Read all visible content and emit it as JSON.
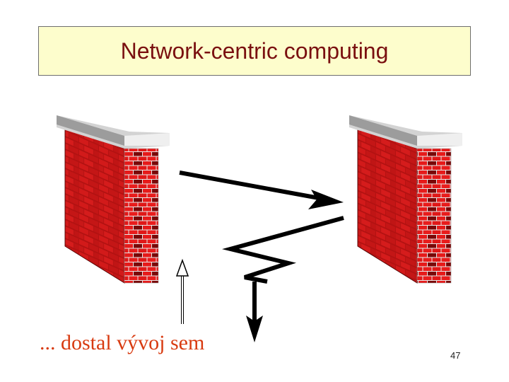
{
  "slide": {
    "title": "Network-centric computing",
    "caption": "... dostal vývoj sem",
    "page_number": "47"
  },
  "colors": {
    "title_background": "#fdfdcc",
    "title_text": "#7a1010",
    "caption_text": "#d83a10",
    "brick_red": "#e01818",
    "brick_dark": "#6a0808",
    "pillar_cap": "#cfcfcf"
  }
}
